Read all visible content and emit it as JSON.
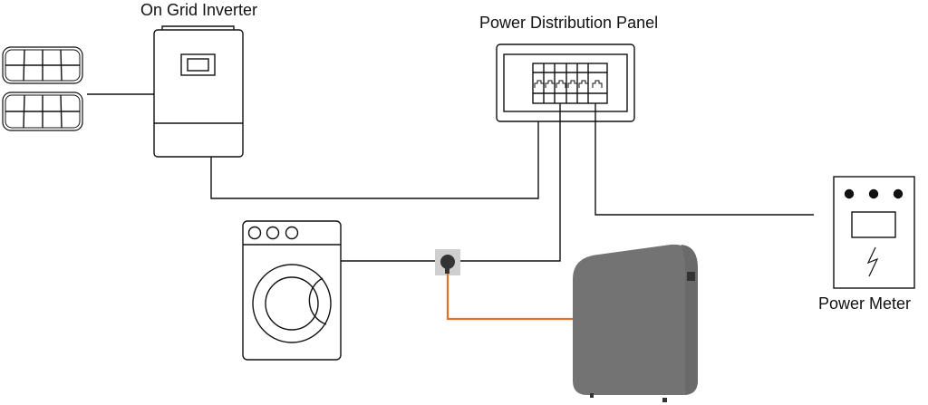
{
  "diagram": {
    "labels": {
      "inverter": "On Grid Inverter",
      "panel": "Power Distribution Panel",
      "meter": "Power Meter"
    },
    "components": [
      "solar-panels",
      "on-grid-inverter",
      "power-distribution-panel",
      "power-meter",
      "washing-machine",
      "wall-socket",
      "home-battery"
    ],
    "colors": {
      "wire": "#111111",
      "battery_cable": "#e0702a",
      "battery_body": "#737373",
      "socket_bg": "#cfcfcf"
    }
  }
}
